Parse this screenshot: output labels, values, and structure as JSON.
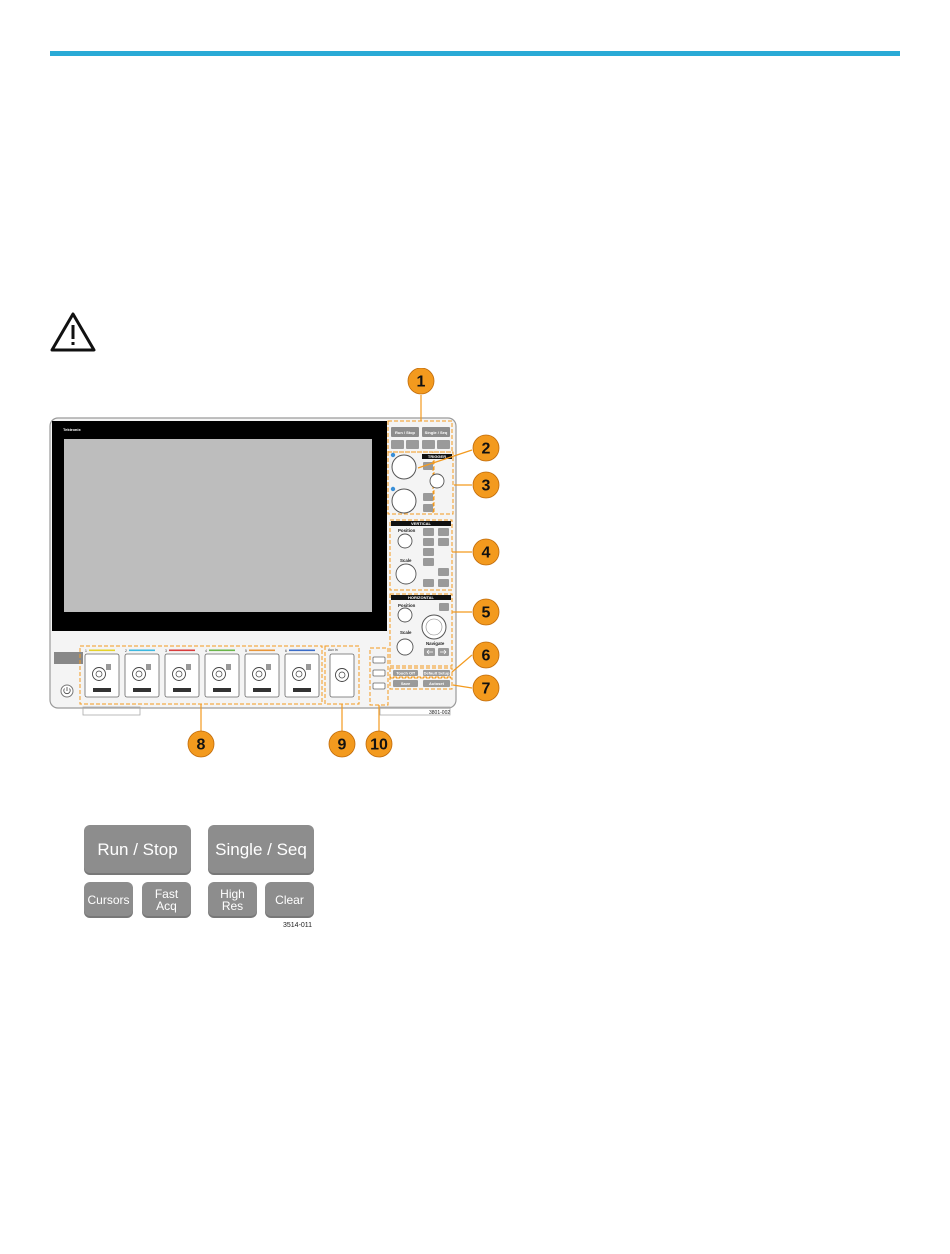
{
  "brand": "Tektronix",
  "front_panel": {
    "run_stop": "Run / Stop",
    "single_seq": "Single / Seq",
    "trigger": "TRIGGER",
    "vertical": "VERTICAL",
    "horizontal": "HORIZONTAL",
    "position": "Position",
    "scale": "Scale",
    "navigate": "Navigate",
    "aux_in": "Aux In",
    "touch_off": "Touch Off",
    "default_setup": "Default Setup",
    "save": "Save",
    "autoset": "Autoset",
    "channels": [
      "1",
      "2",
      "3",
      "4",
      "5",
      "6"
    ],
    "channel_colors": [
      "#e6d22a",
      "#3cb8e0",
      "#d83c3c",
      "#6ab54a",
      "#e8963a",
      "#3a6cc8"
    ],
    "figure_id": "3801-002"
  },
  "callouts": [
    "1",
    "2",
    "3",
    "4",
    "5",
    "6",
    "7",
    "8",
    "9",
    "10"
  ],
  "accent": "#f39a1e",
  "rule_color": "#2aaad6",
  "acq_buttons": {
    "run_stop": "Run / Stop",
    "single_seq": "Single / Seq",
    "cursors": "Cursors",
    "fast_acq": "Fast\nAcq",
    "high_res": "High\nRes",
    "clear": "Clear",
    "figure_id": "3514-011"
  }
}
